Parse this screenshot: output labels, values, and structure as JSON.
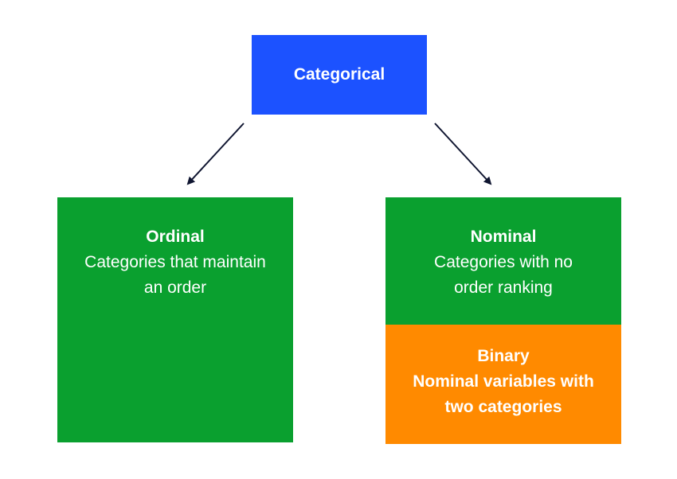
{
  "colors": {
    "root": "#1c52ff",
    "ordinal": "#0aa02f",
    "nominal": "#0aa02f",
    "binary": "#ff8a00",
    "arrow": "#0f1530"
  },
  "root": {
    "label": "Categorical"
  },
  "ordinal": {
    "title": "Ordinal",
    "desc": "Categories that maintain an order"
  },
  "nominal": {
    "title": "Nominal",
    "desc": "Categories with no order ranking"
  },
  "binary": {
    "title": "Binary",
    "desc": "Nominal variables with two categories"
  }
}
